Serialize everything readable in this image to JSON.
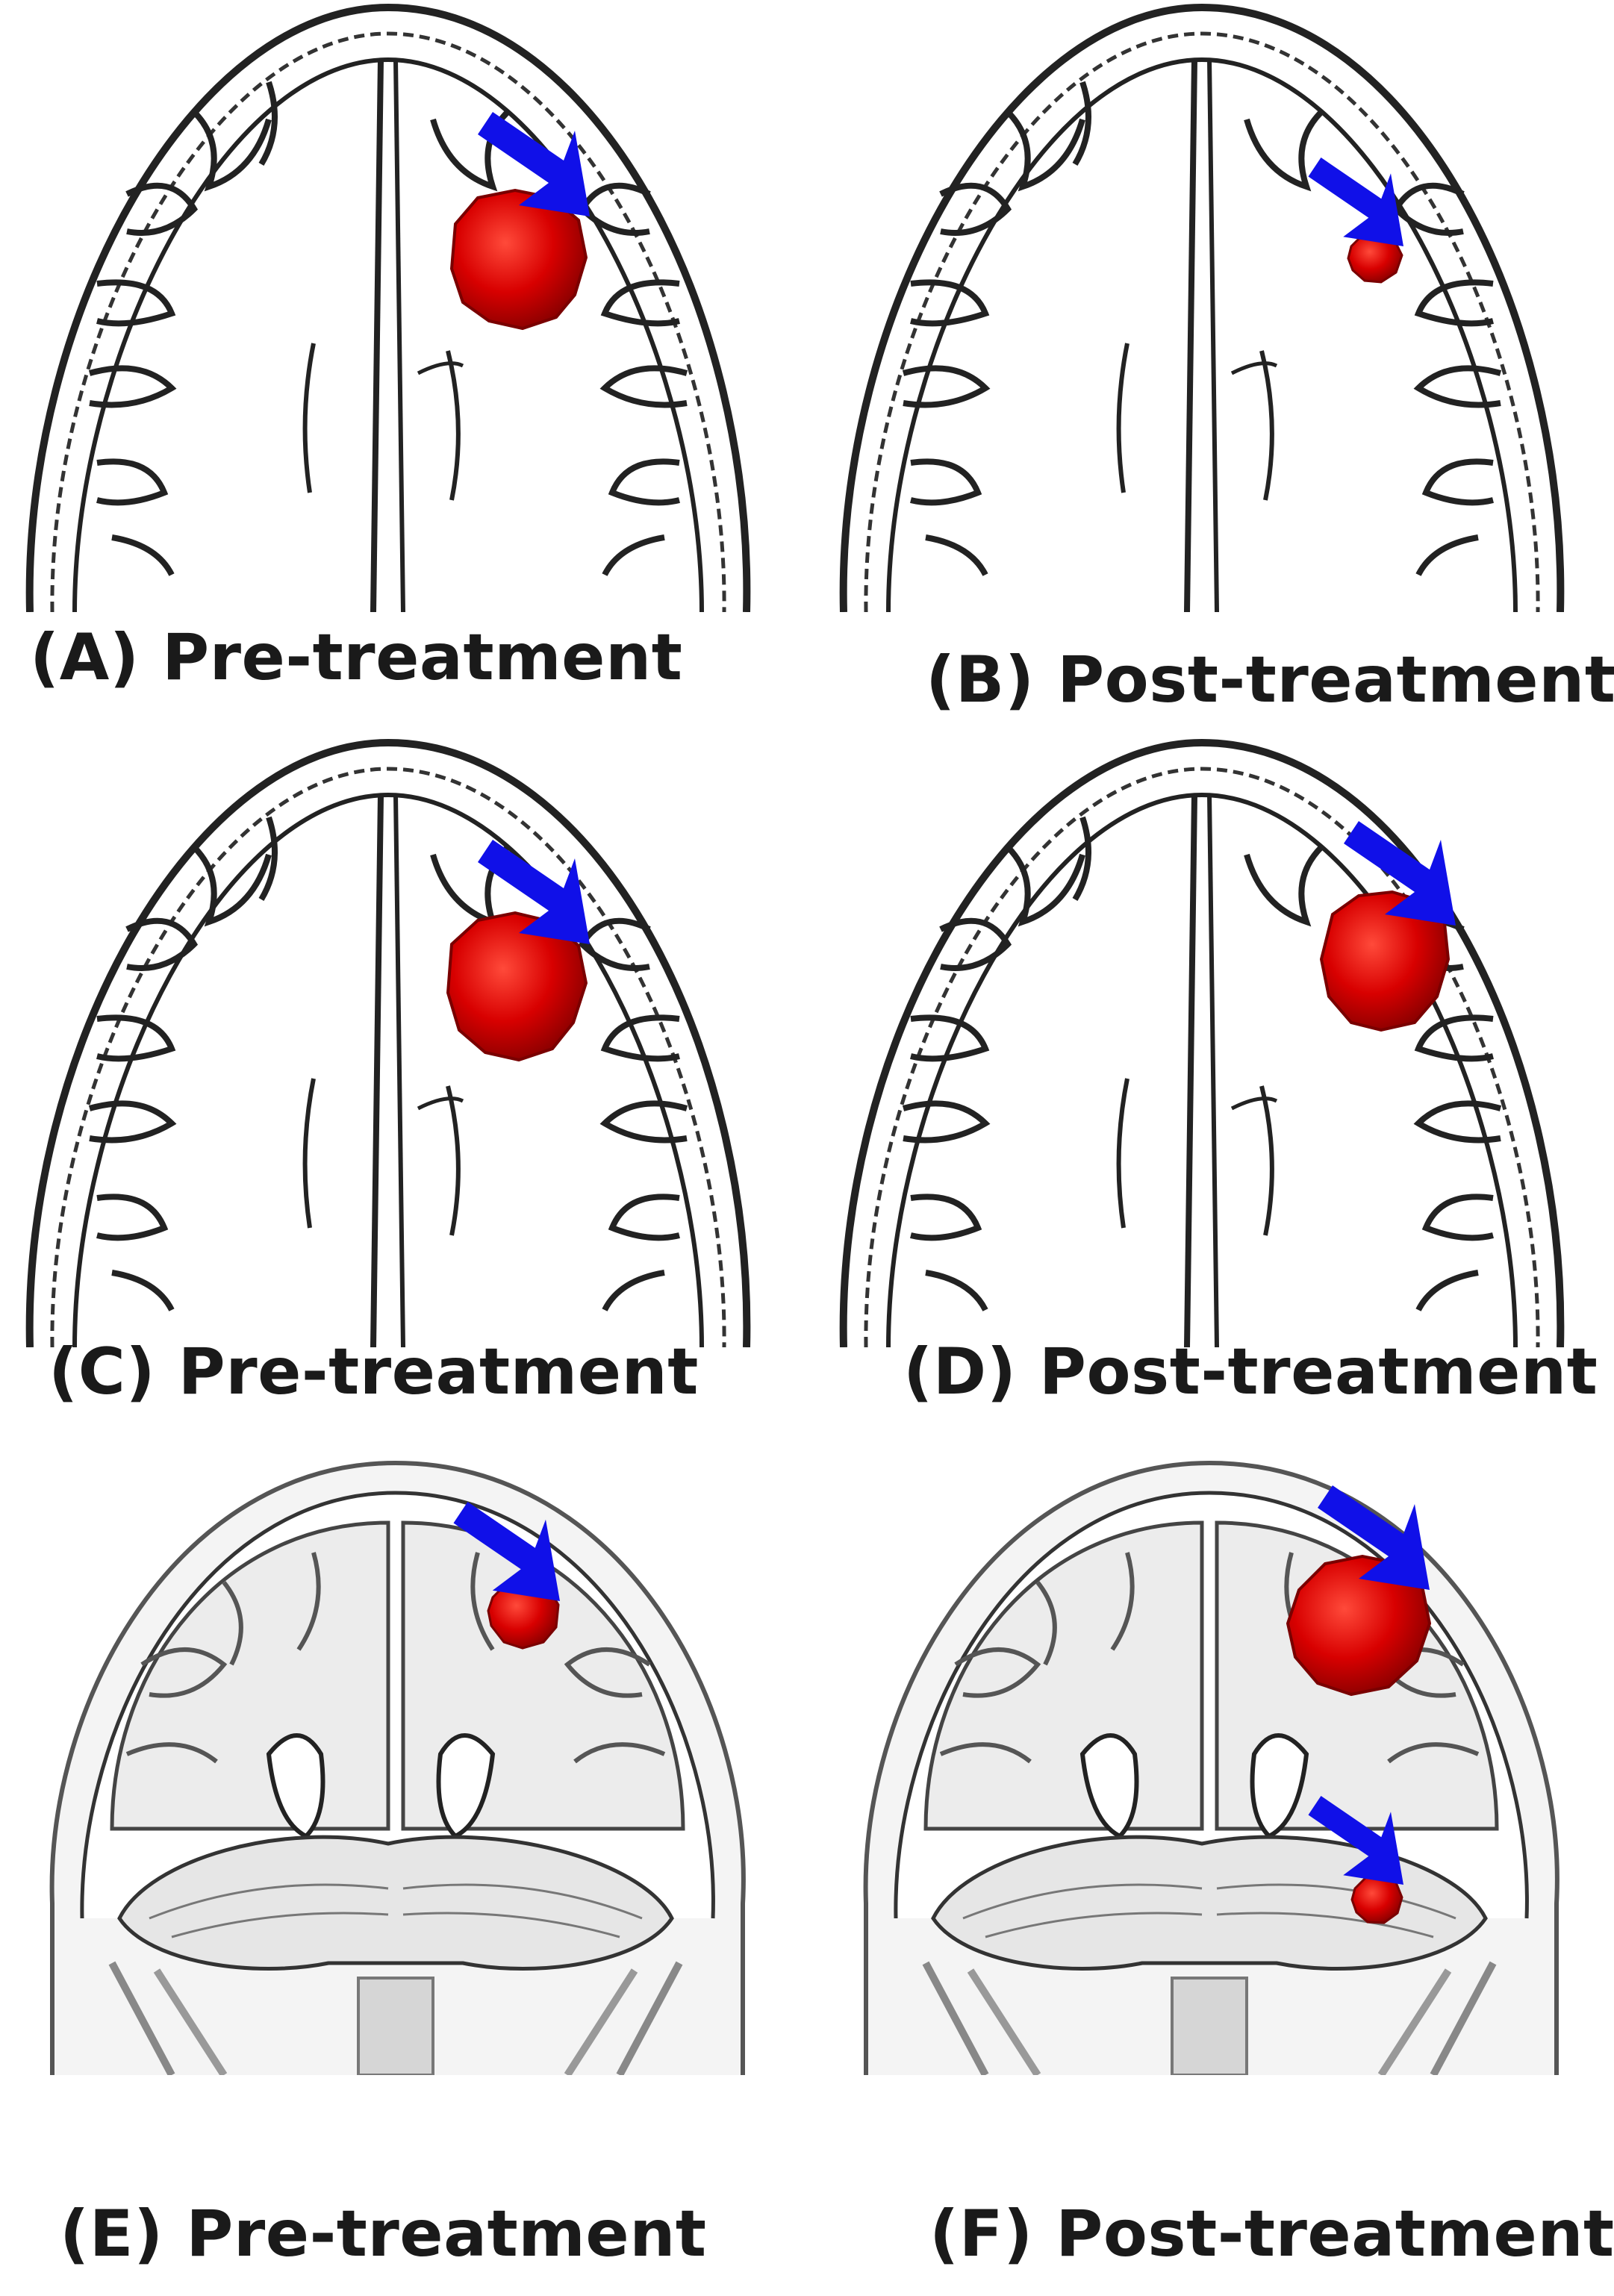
{
  "figure": {
    "panels": [
      {
        "id": "A",
        "caption": "(A) Pre-treatment"
      },
      {
        "id": "B",
        "caption": "(B) Post-treatment"
      },
      {
        "id": "C",
        "caption": "(C) Pre-treatment"
      },
      {
        "id": "D",
        "caption": "(D) Post-treatment"
      },
      {
        "id": "E",
        "caption": "(E) Pre-treatment"
      },
      {
        "id": "F",
        "caption": "(F) Post-treatment"
      }
    ]
  },
  "colors": {
    "tumor": "#d00000",
    "tumor_highlight": "#ff3a2a",
    "arrow": "#1010e8",
    "outline": "#1a1a1a"
  }
}
